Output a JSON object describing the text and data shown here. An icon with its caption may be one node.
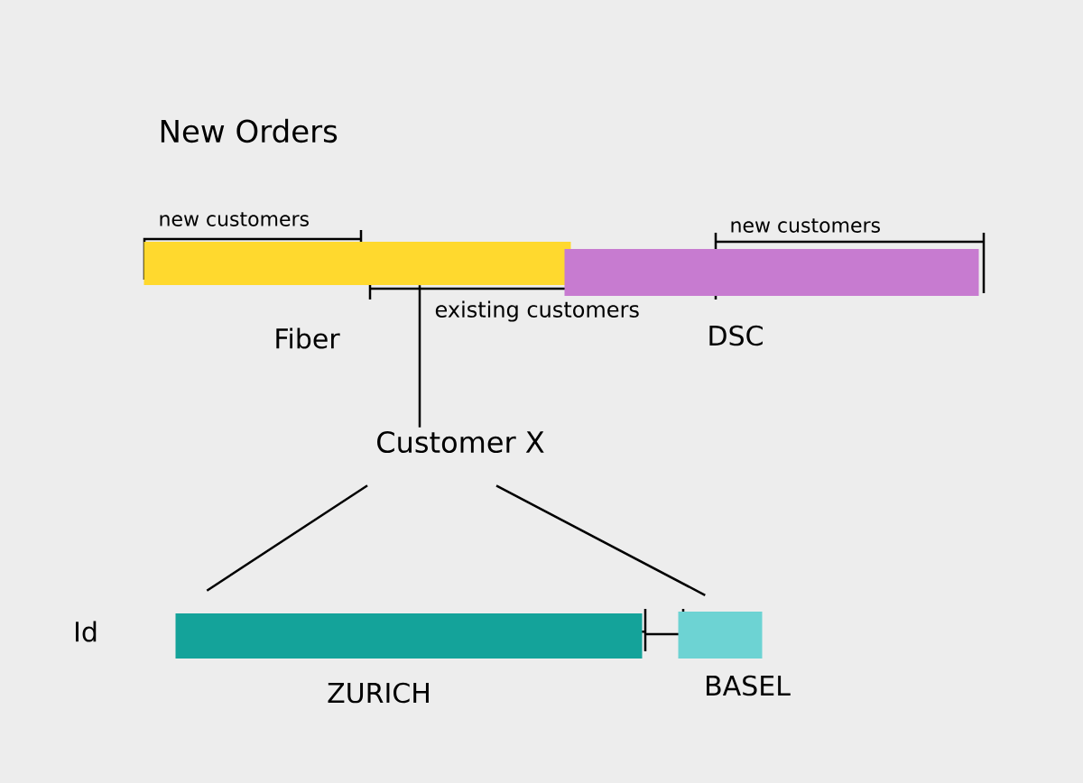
{
  "diagram": {
    "nodes": [
      {
        "text": [],
        "shape": "bar",
        "beside": [
          "new customers",
          "Fiber"
        ]
      },
      {
        "text": [],
        "shape": "bar",
        "beside": [
          "new customers",
          "DSC"
        ]
      },
      {
        "text": [
          "Customer X"
        ]
      },
      {
        "text": [],
        "shape": "bar",
        "beside": [
          "ZURICH"
        ]
      },
      {
        "text": [],
        "shape": "bar",
        "beside": [
          "BASEL"
        ]
      }
    ],
    "edges": [
      {
        "from": 2,
        "to": 0,
        "arrow": "none"
      },
      {
        "from": 2,
        "to": 3,
        "arrow": "none"
      },
      {
        "from": 2,
        "to": 4,
        "arrow": "none"
      }
    ],
    "labels": [
      "New Orders",
      "existing customers",
      "Id"
    ]
  }
}
